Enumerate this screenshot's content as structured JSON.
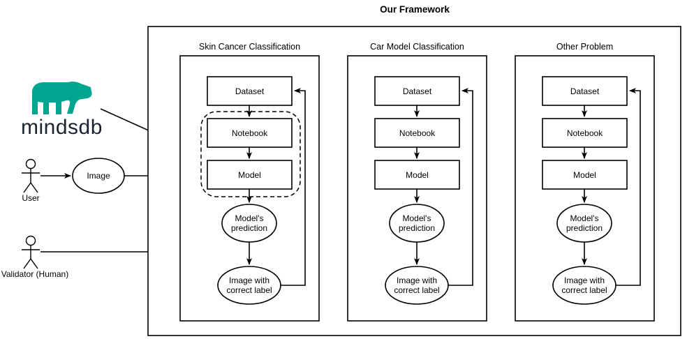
{
  "diagram": {
    "title": "Our Framework",
    "brand": {
      "name": "mindsdb",
      "logo_icon": "mindsdb-bear-logo",
      "color": "#00a68f"
    },
    "actors": [
      {
        "id": "user",
        "label": "User",
        "icon": "stick-figure-icon"
      },
      {
        "id": "validator",
        "label": "Validator (Human)",
        "icon": "stick-figure-icon"
      }
    ],
    "shared_nodes": [
      {
        "id": "image",
        "label": "Image",
        "shape": "ellipse"
      }
    ],
    "columns": [
      {
        "id": "skin-cancer",
        "header": "Skin Cancer Classification",
        "has_dashed_group": true,
        "nodes": [
          {
            "id": "dataset",
            "label": "Dataset",
            "shape": "rect"
          },
          {
            "id": "notebook",
            "label": "Notebook",
            "shape": "rect"
          },
          {
            "id": "model",
            "label": "Model",
            "shape": "rect"
          },
          {
            "id": "prediction",
            "label": "Model's\nprediction",
            "line1": "Model's",
            "line2": "prediction",
            "shape": "ellipse"
          },
          {
            "id": "labeled",
            "label": "Image with\ncorrect label",
            "line1": "Image with",
            "line2": "correct label",
            "shape": "ellipse"
          }
        ]
      },
      {
        "id": "car-model",
        "header": "Car Model Classification",
        "has_dashed_group": false,
        "nodes": [
          {
            "id": "dataset",
            "label": "Dataset",
            "shape": "rect"
          },
          {
            "id": "notebook",
            "label": "Notebook",
            "shape": "rect"
          },
          {
            "id": "model",
            "label": "Model",
            "shape": "rect"
          },
          {
            "id": "prediction",
            "label": "Model's\nprediction",
            "line1": "Model's",
            "line2": "prediction",
            "shape": "ellipse"
          },
          {
            "id": "labeled",
            "label": "Image with\ncorrect label",
            "line1": "Image with",
            "line2": "correct label",
            "shape": "ellipse"
          }
        ]
      },
      {
        "id": "other-problem",
        "header": "Other Problem",
        "has_dashed_group": false,
        "nodes": [
          {
            "id": "dataset",
            "label": "Dataset",
            "shape": "rect"
          },
          {
            "id": "notebook",
            "label": "Notebook",
            "shape": "rect"
          },
          {
            "id": "model",
            "label": "Model",
            "shape": "rect"
          },
          {
            "id": "prediction",
            "label": "Model's\nprediction",
            "line1": "Model's",
            "line2": "prediction",
            "shape": "ellipse"
          },
          {
            "id": "labeled",
            "label": "Image with\ncorrect label",
            "line1": "Image with",
            "line2": "correct label",
            "shape": "ellipse"
          }
        ]
      }
    ],
    "edges": [
      {
        "from": "user",
        "to": "image"
      },
      {
        "from": "image",
        "to": "skin-cancer.model"
      },
      {
        "from": "mindsdb",
        "to": "skin-cancer.dashed-group"
      },
      {
        "from": "validator",
        "to": "skin-cancer.prediction-to-labeled"
      },
      {
        "from": "dataset",
        "to": "notebook"
      },
      {
        "from": "notebook",
        "to": "model"
      },
      {
        "from": "model",
        "to": "prediction"
      },
      {
        "from": "prediction",
        "to": "labeled"
      },
      {
        "from": "labeled",
        "to": "dataset",
        "style": "feedback-loop"
      }
    ]
  }
}
